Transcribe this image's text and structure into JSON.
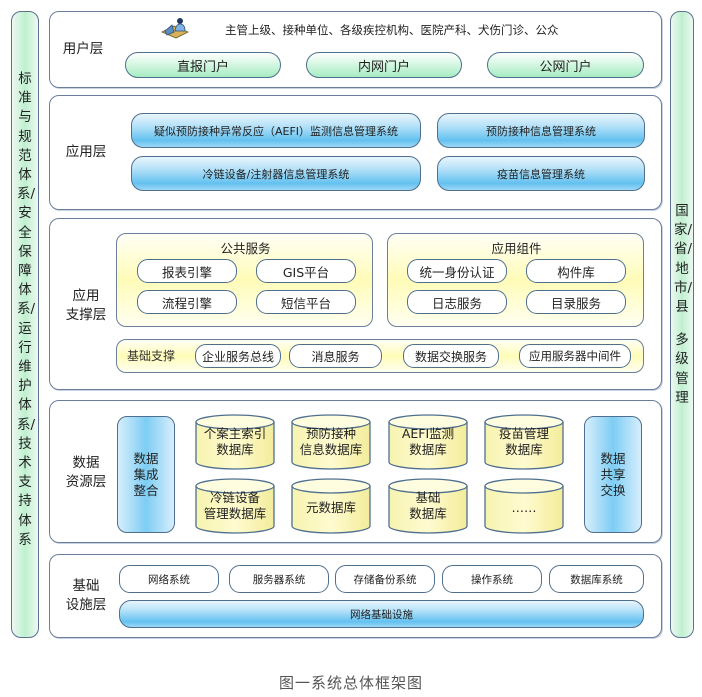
{
  "left_pillar": {
    "label": "标准与规范体系/安全保障体系/运行维护体系/技术支持体系"
  },
  "right_pillar": {
    "label_top": "国家/省/地市/县",
    "label_bottom": "多级管理"
  },
  "user_layer": {
    "label": "用户层",
    "icon": "user-at-computer-icon",
    "users_text": "主管上级、接种单位、各级疾控机构、医院产科、犬伤门诊、公众",
    "portals": [
      "直报门户",
      "内网门户",
      "公网门户"
    ]
  },
  "app_layer": {
    "label": "应用层",
    "systems": [
      "疑似预防接种异常反应（AEFI）监测信息管理系统",
      "预防接种信息管理系统",
      "冷链设备/注射器信息管理系统",
      "疫苗信息管理系统"
    ]
  },
  "support_layer": {
    "label_line1": "应用",
    "label_line2": "支撑层",
    "public_services": {
      "title": "公共服务",
      "items": [
        "报表引擎",
        "GIS平台",
        "流程引擎",
        "短信平台"
      ]
    },
    "app_components": {
      "title": "应用组件",
      "items": [
        "统一身份认证",
        "构件库",
        "日志服务",
        "目录服务"
      ]
    },
    "base_support": {
      "title": "基础支撑",
      "items": [
        "企业服务总线",
        "消息服务",
        "数据交换服务",
        "应用服务器中间件"
      ]
    }
  },
  "data_layer": {
    "label_line1": "数据",
    "label_line2": "资源层",
    "integration": [
      "数据",
      "集成",
      "整合"
    ],
    "databases": [
      [
        "个案主索引",
        "数据库"
      ],
      [
        "预防接种",
        "信息数据库"
      ],
      [
        "AEFI监测",
        "数据库"
      ],
      [
        "疫苗管理",
        "数据库"
      ],
      [
        "冷链设备",
        "管理数据库"
      ],
      [
        "元数据库"
      ],
      [
        "基础",
        "数据库"
      ],
      [
        "……"
      ]
    ],
    "sharing": [
      "数据",
      "共享",
      "交换"
    ]
  },
  "infra_layer": {
    "label_line1": "基础",
    "label_line2": "设施层",
    "systems": [
      "网络系统",
      "服务器系统",
      "存储备份系统",
      "操作系统",
      "数据库系统"
    ],
    "network_base": "网络基础设施"
  },
  "caption": "图一系统总体框架图"
}
